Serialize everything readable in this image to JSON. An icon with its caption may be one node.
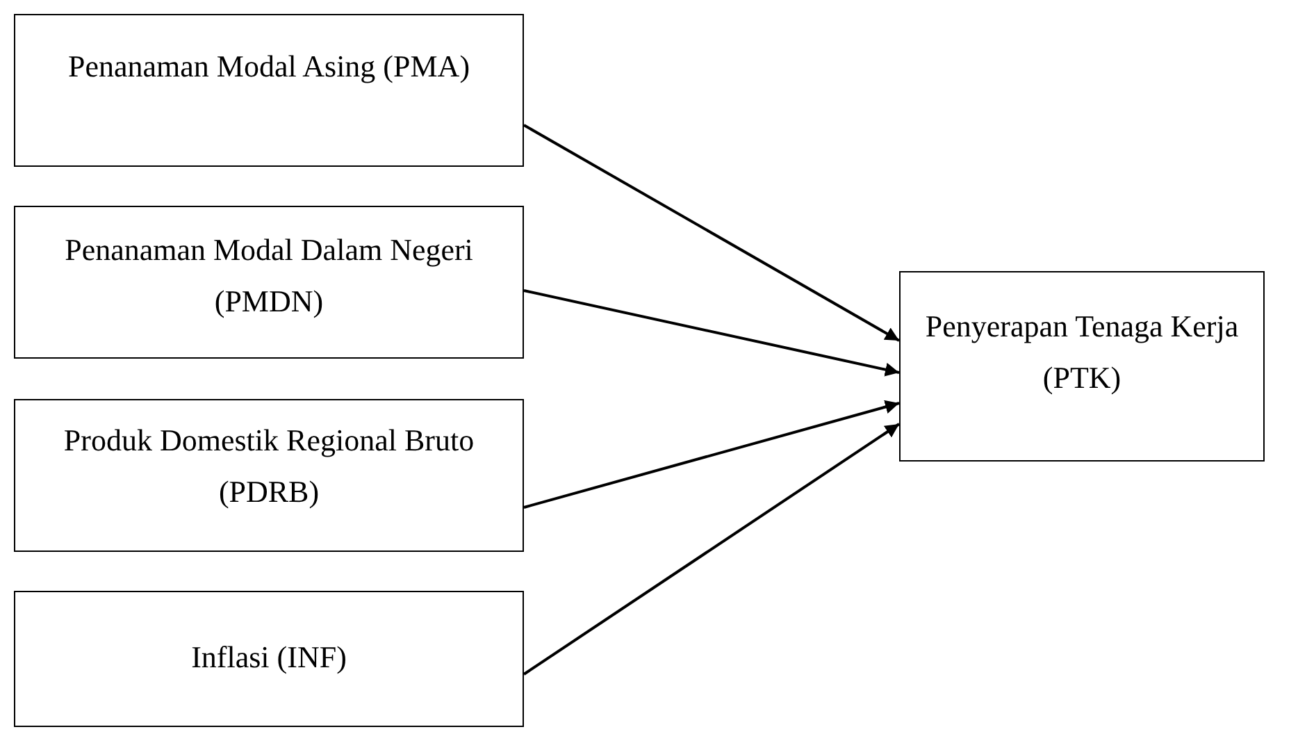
{
  "diagram": {
    "nodes": [
      {
        "text": [
          "Penanaman Modal Asing (PMA)"
        ]
      },
      {
        "text": [
          "Penanaman Modal Dalam Negeri (PMDN)"
        ]
      },
      {
        "text": [
          "Produk Domestik Regional Bruto (PDRB)"
        ]
      },
      {
        "text": [
          "Inflasi (INF)"
        ]
      },
      {
        "text": [
          "Penyerapan Tenaga Kerja (PTK)"
        ]
      }
    ],
    "edges": [
      {
        "from": 0,
        "to": 4,
        "arrow": "to"
      },
      {
        "from": 1,
        "to": 4,
        "arrow": "to"
      },
      {
        "from": 2,
        "to": 4,
        "arrow": "to"
      },
      {
        "from": 3,
        "to": 4,
        "arrow": "to"
      }
    ]
  }
}
